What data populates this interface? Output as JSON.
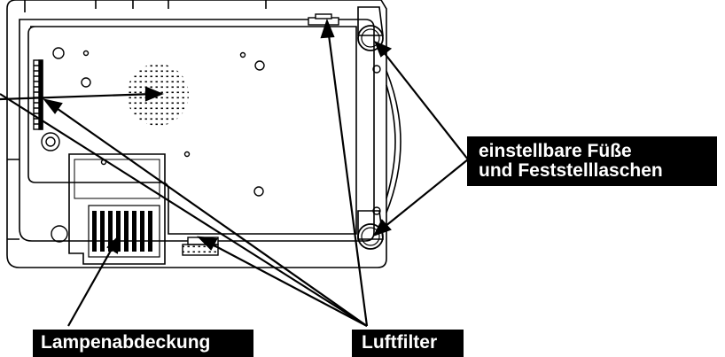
{
  "labels": {
    "feet_line1": "einstellbare Füße",
    "feet_line2": "und Feststelllaschen",
    "lamp_cover": "Lampenabdeckung",
    "air_filter": "Luftfilter"
  }
}
